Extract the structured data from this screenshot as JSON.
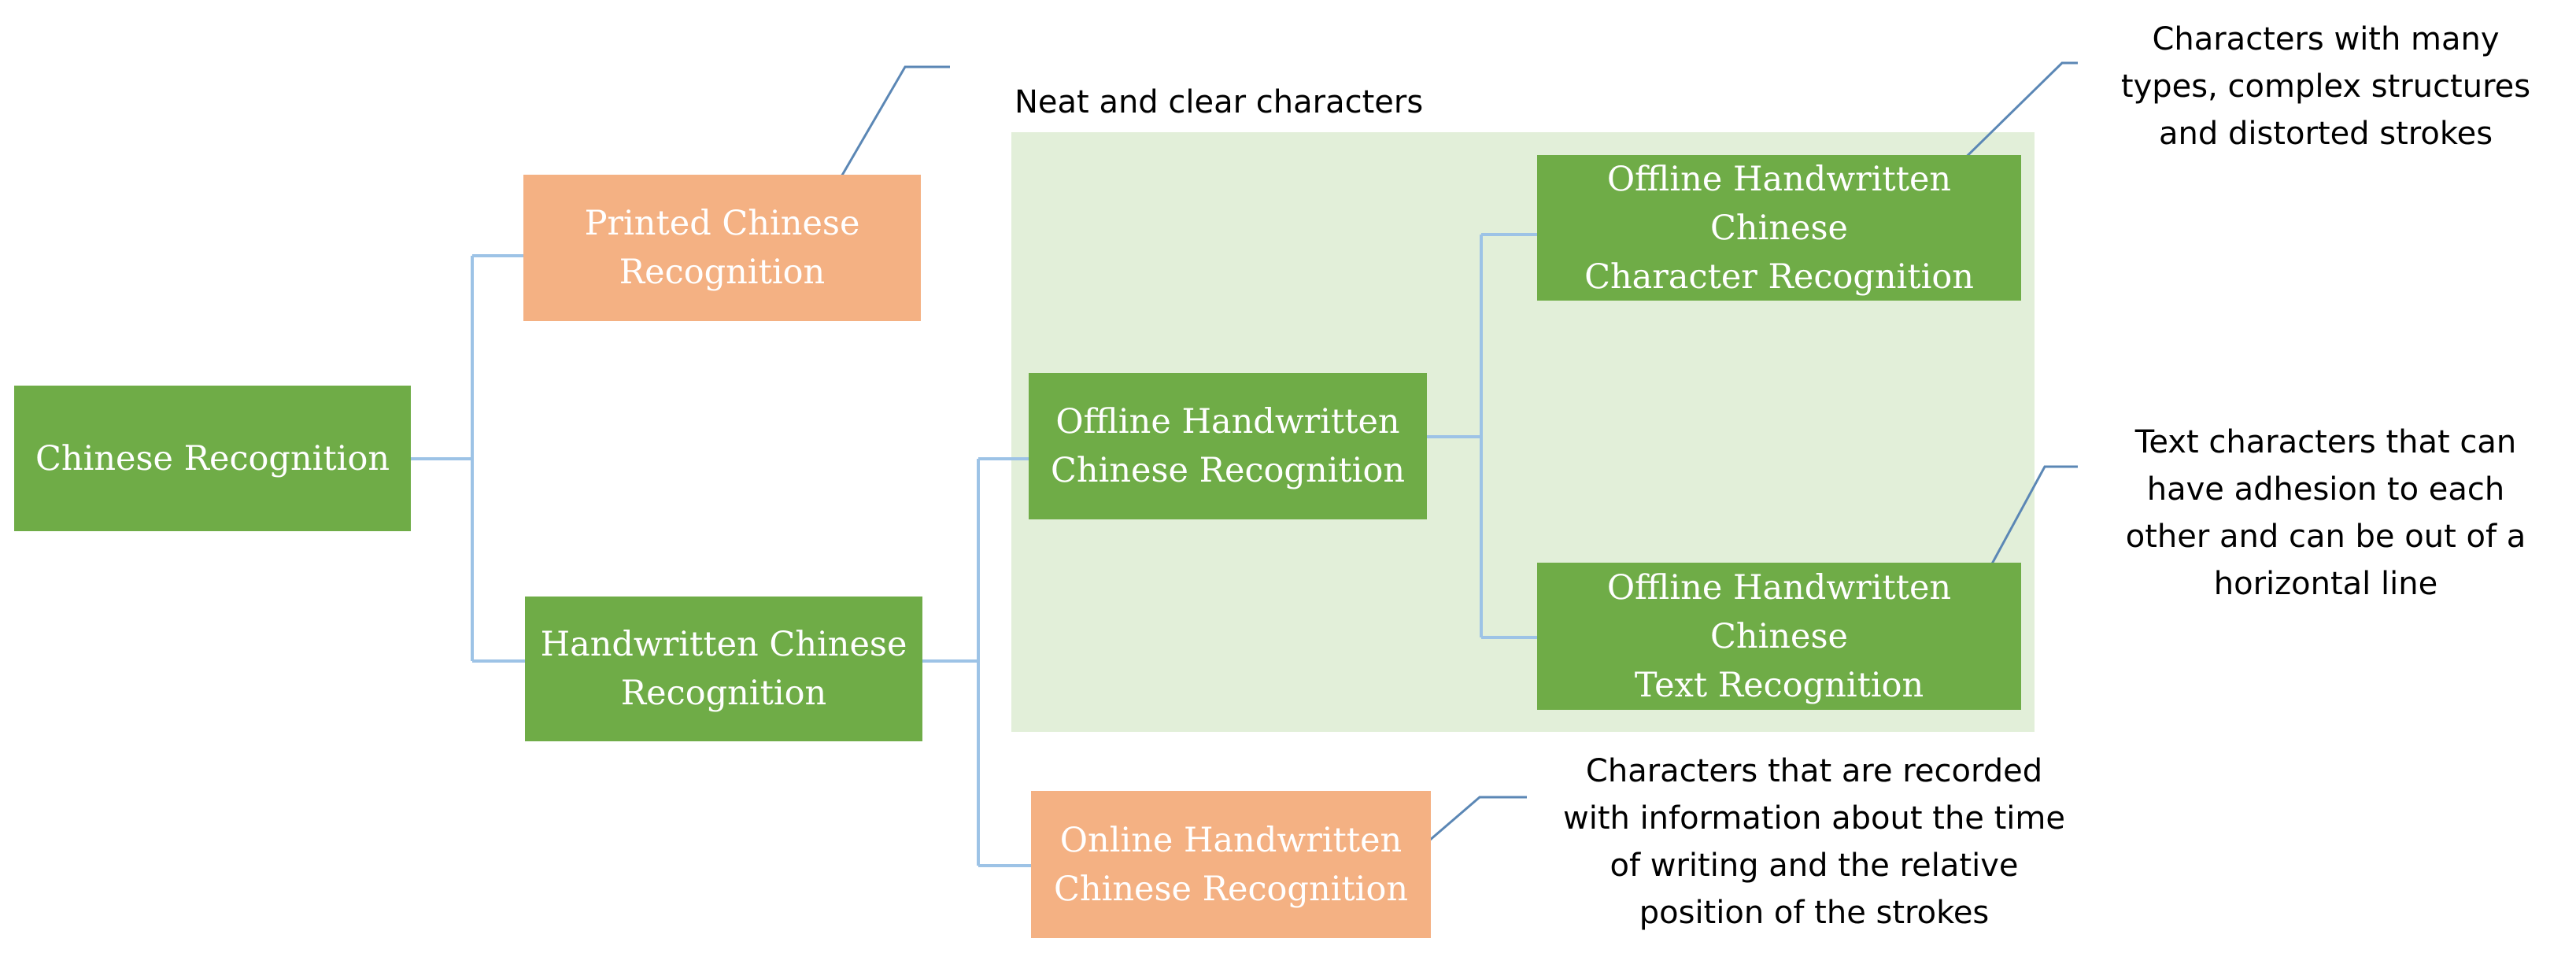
{
  "colors": {
    "green_node": "#6fac47",
    "orange_node": "#f4b183",
    "region_fill": "#e2efd9",
    "connector_tree": "#9dc3e6",
    "connector_callout": "#5b87b5",
    "node_text": "#ffffff"
  },
  "region": {
    "label": "Neat and clear characters"
  },
  "nodes": {
    "chinese_recognition": {
      "label": "Chinese Recognition",
      "color": "green"
    },
    "printed": {
      "line1": "Printed Chinese",
      "line2": "Recognition",
      "color": "orange"
    },
    "handwritten": {
      "line1": "Handwritten Chinese",
      "line2": "Recognition",
      "color": "green"
    },
    "offline": {
      "line1": "Offline Handwritten",
      "line2": "Chinese Recognition",
      "color": "green"
    },
    "online": {
      "line1": "Online Handwritten",
      "line2": "Chinese Recognition",
      "color": "orange"
    },
    "offline_character": {
      "line1": "Offline Handwritten Chinese",
      "line2": "Character Recognition",
      "color": "green"
    },
    "offline_text": {
      "line1": "Offline Handwritten Chinese",
      "line2": "Text Recognition",
      "color": "green"
    }
  },
  "notes": {
    "character_note": {
      "lines": [
        "Characters with many",
        "types, complex structures",
        "and distorted strokes"
      ]
    },
    "text_note": {
      "lines": [
        "Text characters that can",
        "have adhesion to each",
        "other and can be out of a",
        "horizontal line"
      ]
    },
    "online_note": {
      "lines": [
        "Characters that are recorded",
        "with information about the time",
        "of writing and the relative",
        "position of the strokes"
      ]
    }
  }
}
